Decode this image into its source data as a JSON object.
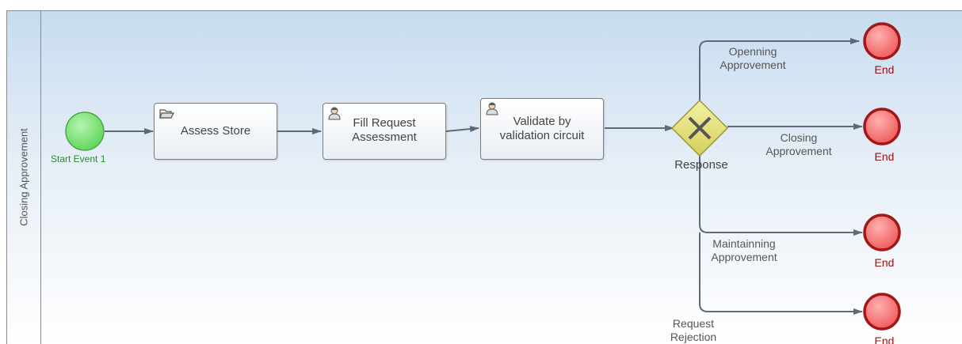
{
  "pool": {
    "lane_title": "Closing Approvement"
  },
  "start_event": {
    "label": "Start Event 1"
  },
  "tasks": [
    {
      "label_lines": [
        "Assess Store"
      ],
      "icon": "folder-icon"
    },
    {
      "label_lines": [
        "Fill Request",
        "Assessment"
      ],
      "icon": "user-icon"
    },
    {
      "label_lines": [
        "Validate by",
        "validation circuit"
      ],
      "icon": "user-icon"
    }
  ],
  "gateway": {
    "label": "Response",
    "type": "exclusive"
  },
  "flows": [
    {
      "label_lines": [
        "Openning",
        "Approvement"
      ]
    },
    {
      "label_lines": [
        "Closing",
        "Approvement"
      ]
    },
    {
      "label_lines": [
        "Maintainning",
        "Approvement"
      ]
    },
    {
      "label_lines": [
        "Request",
        "Rejection"
      ]
    }
  ],
  "end_events": [
    {
      "label": "End"
    },
    {
      "label": "End"
    },
    {
      "label": "End"
    },
    {
      "label": "End"
    }
  ],
  "colors": {
    "start_fill": "#7fe27a",
    "end_fill": "#f26a6a",
    "end_stroke": "#a01818",
    "gateway_fill": "#e4e079",
    "flow_stroke": "#5d6b77"
  }
}
